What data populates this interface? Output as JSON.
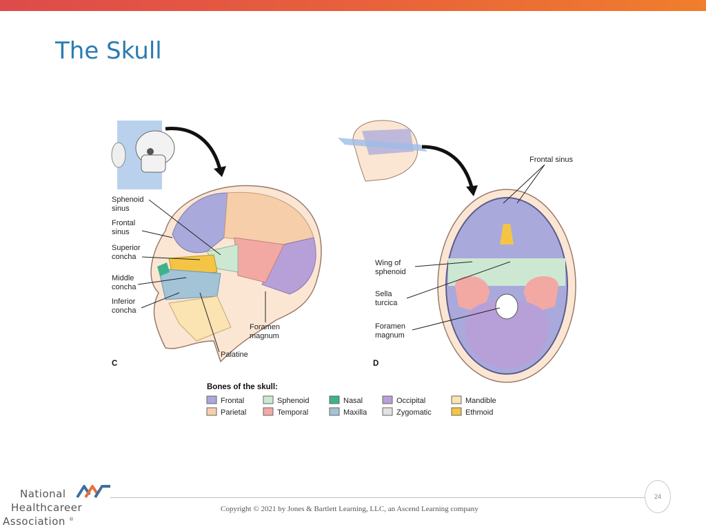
{
  "slide": {
    "title": "The Skull",
    "page_number": "24",
    "copyright": "Copyright © 2021 by Jones & Bartlett Learning, LLC, an Ascend Learning company"
  },
  "logo": {
    "line1": "National",
    "line2": "Healthcareer",
    "line3": "Association",
    "mark": "®"
  },
  "figure": {
    "panel_c": {
      "letter": "C",
      "labels": {
        "sphenoid_sinus": [
          "Sphenoid",
          "sinus"
        ],
        "frontal_sinus": [
          "Frontal",
          "sinus"
        ],
        "superior_concha": [
          "Superior",
          "concha"
        ],
        "middle_concha": [
          "Middle",
          "concha"
        ],
        "inferior_concha": [
          "Inferior",
          "concha"
        ],
        "foramen_magnum": [
          "Foramen",
          "magnum"
        ],
        "palatine": "Palatine"
      }
    },
    "panel_d": {
      "letter": "D",
      "labels": {
        "frontal_sinus": "Frontal sinus",
        "wing_of_sphenoid": [
          "Wing of",
          "sphenoid"
        ],
        "sella_turcica": [
          "Sella",
          "turcica"
        ],
        "foramen_magnum": [
          "Foramen",
          "magnum"
        ]
      }
    },
    "legend": {
      "title": "Bones of the skull:",
      "items": [
        {
          "label": "Frontal",
          "color": "#a9a9dc"
        },
        {
          "label": "Parietal",
          "color": "#f6cfaa"
        },
        {
          "label": "Sphenoid",
          "color": "#cde8d2"
        },
        {
          "label": "Temporal",
          "color": "#f2a9a4"
        },
        {
          "label": "Nasal",
          "color": "#3fb28a"
        },
        {
          "label": "Maxilla",
          "color": "#a3c3d6"
        },
        {
          "label": "Occipital",
          "color": "#b7a0d8"
        },
        {
          "label": "Zygomatic",
          "color": "#e2e2e2"
        },
        {
          "label": "Mandible",
          "color": "#fbe3b2"
        },
        {
          "label": "Ethmoid",
          "color": "#f4c544"
        }
      ]
    }
  }
}
